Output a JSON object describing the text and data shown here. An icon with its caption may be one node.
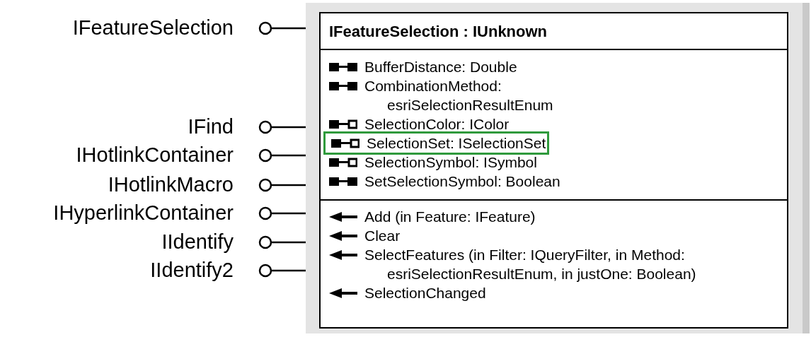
{
  "diagram": {
    "nodes": [
      {
        "text": [
          "IFeatureSelection"
        ]
      },
      {
        "text": [
          "IFind"
        ]
      },
      {
        "text": [
          "IHotlinkContainer"
        ]
      },
      {
        "text": [
          "IHotlinkMacro"
        ]
      },
      {
        "text": [
          "IHyperlinkContainer"
        ]
      },
      {
        "text": [
          "IIdentify"
        ]
      },
      {
        "text": [
          "IIdentify2"
        ]
      },
      {
        "text": [],
        "shape": "box"
      },
      {
        "text": [
          "IFeatureSelection : IUnknown",
          "BufferDistance: Double",
          "CombinationMethod: esriSelectionResultEnum",
          "SelectionColor: IColor",
          "SelectionSet: ISelectionSet",
          "SelectionSymbol: ISymbol",
          "SetSelectionSymbol: Boolean",
          "Add (in Feature: IFeature)",
          "Clear",
          "SelectFeatures (in Filter: IQueryFilter, in Method: esriSelectionResultEnum, in justOne: Boolean)",
          "SelectionChanged"
        ],
        "in": 7
      }
    ],
    "edges": [
      {
        "from": 0,
        "to": 7,
        "arrow": "other"
      },
      {
        "from": 1,
        "to": 7,
        "arrow": "other"
      },
      {
        "from": 2,
        "to": 7,
        "arrow": "other"
      },
      {
        "from": 3,
        "to": 7,
        "arrow": "other"
      },
      {
        "from": 4,
        "to": 7,
        "arrow": "other"
      },
      {
        "from": 5,
        "to": 7,
        "arrow": "other"
      },
      {
        "from": 6,
        "to": 7,
        "arrow": "other"
      }
    ]
  }
}
